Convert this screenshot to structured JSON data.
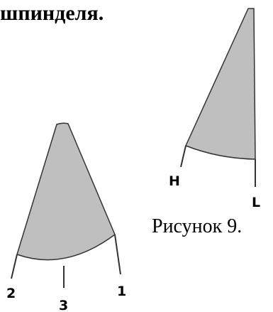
{
  "heading_fragment": "шпинделя.",
  "caption": "Рисунок 9.",
  "cone_left": {
    "labels": {
      "left": "2",
      "center": "3",
      "right": "1"
    }
  },
  "cone_right": {
    "labels": {
      "left": "H",
      "right": "L"
    }
  },
  "colors": {
    "fill": "#bfbfbf",
    "stroke": "#333333"
  }
}
